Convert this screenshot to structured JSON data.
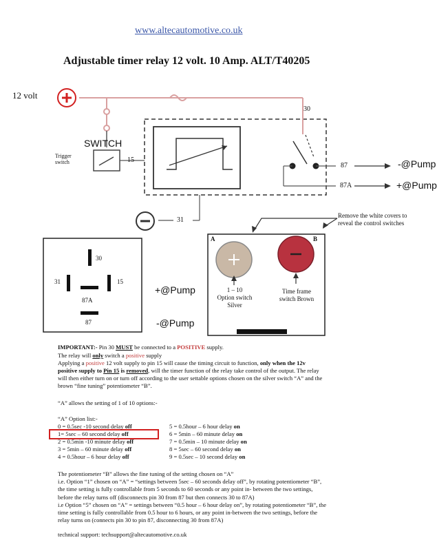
{
  "header": {
    "url": "www.altecautomotive.co.uk",
    "title": "Adjustable timer relay 12 volt. 10 Amp. ALT/T40205"
  },
  "wiring": {
    "supply_label": "12 volt",
    "switch_label": "SWITCH",
    "trigger_label": "Trigger switch",
    "pin15": "15",
    "pin30": "30",
    "pin87": "87",
    "pin87a": "87A",
    "pin31": "31",
    "pump_87": "-@Pump",
    "pump_87a": "+@Pump"
  },
  "pinout": {
    "pins": [
      "30",
      "31",
      "15",
      "87A",
      "87"
    ],
    "label_plus": "+@Pump",
    "label_minus": "-@Pump"
  },
  "control": {
    "remove_note": "Remove the white covers to reveal the control switches",
    "a_label": "A",
    "b_label": "B",
    "a_caption": [
      "1 – 10",
      "Option switch",
      "Silver"
    ],
    "b_caption": [
      "Time frame",
      "switch Brown"
    ]
  },
  "text": {
    "important_lead": "IMPORTANT:-",
    "important_pin": " Pin 30 ",
    "important_must": "MUST",
    "important_mid": " be connected to a ",
    "important_positive": "POSITIVE",
    "important_end": "  supply.",
    "relay_a": "The relay will ",
    "relay_only": "only",
    "relay_b": " switch a ",
    "relay_positive": "positive",
    "relay_c": " supply",
    "apply_a": "Applying a ",
    "apply_positive": "positive",
    "apply_b": " 12 volt supply to pin 15 will cause the timing circuit to function, ",
    "apply_bold": "only when the 12v",
    "apply2_bold": "positive supply to ",
    "apply2_pin": "Pin 15",
    "apply2_is": " is ",
    "apply2_removed": "removed",
    "apply2_rest": ", will the timer function of the relay take control of the output. The relay",
    "apply3": "will then either turn on or turn off according to the user settable options chosen on  the silver switch “A” and the",
    "apply4": "brown “fine tuning” potentiometer “B”.",
    "a_allows": "“A” allows the setting of 1 of 10 options:-",
    "option_list_title": "“A” Option list:-",
    "options_left": [
      [
        "0 = 0.5sec -10 second delay ",
        "off"
      ],
      [
        "1= 5sec – 60 second delay ",
        "off"
      ],
      [
        "2 = 0.5min -10 minute delay ",
        "off"
      ],
      [
        "3 = 5min – 60 minute delay ",
        "off"
      ],
      [
        "4 = 0.5hour – 6 hour delay ",
        "off"
      ]
    ],
    "options_right": [
      [
        "5 = 0.5hour – 6 hour delay ",
        "on"
      ],
      [
        "6 = 5min – 60 minute delay ",
        "on"
      ],
      [
        "7 = 0.5min – 10 minute delay ",
        "on"
      ],
      [
        "8 = 5sec – 60 second delay ",
        "on"
      ],
      [
        "9 = 0.5sec – 10 second delay ",
        "on"
      ]
    ],
    "pot_lines": [
      "The potentiometer “B” allows the fine tuning of the setting chosen on “A”",
      "i.e. Option “1” chosen on “A” = “settings between 5sec – 60 seconds delay off”, by rotating potentiometer “B”,",
      "the time setting is fully controllable from 5 seconds to 60 seconds or any point in- between the two settings,",
      "before the relay turns off (disconnects pin 30 from 87 but then connects 30 to 87A)",
      "i.e Option “5” chosen on “A” = settings between “0.5 hour – 6 hour delay on”, by rotating potentiometer “B”, the",
      "time setting is fully controllable from 0.5 hour to 6 hours, or any point in-between the two settings, before the",
      "relay turns on (connects pin 30 to pin 87, disconnecting 30 from 87A)"
    ],
    "support": "technical support: techsupport@altecautomotive.co.uk"
  },
  "colors": {
    "wire": "#d9a0a0",
    "line": "#555555",
    "red_mark": "#d22020",
    "knob_b": "#b8323f",
    "knob_a": "#c9b8a6",
    "url": "#3a56a8"
  }
}
